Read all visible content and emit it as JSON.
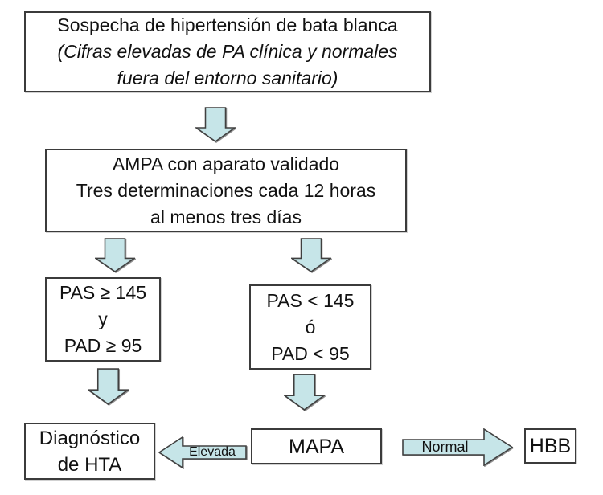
{
  "theme": {
    "background": "#ffffff",
    "box_fill": "#ffffff",
    "box_border": "#3b3b3b",
    "text_color": "#111111",
    "arrow_fill": "#c6e5e8",
    "arrow_stroke": "#404040"
  },
  "flowchart": {
    "suspicion_box": {
      "line1": "Sospecha de hipertensión de bata blanca",
      "line2": "(Cifras elevadas de PA clínica y normales",
      "line3": "fuera del entorno sanitario)"
    },
    "ampa_box": {
      "line1": "AMPA con aparato validado",
      "line2": "Tres determinaciones cada 12 horas",
      "line3": "al menos tres días"
    },
    "elevated_criteria_box": {
      "line1": "PAS ≥ 145",
      "line2": "y",
      "line3": "PAD ≥ 95"
    },
    "normal_criteria_box": {
      "line1": "PAS < 145",
      "line2": "ó",
      "line3": "PAD < 95"
    },
    "diagnosis_box": {
      "line1": "Diagnóstico",
      "line2": "de HTA"
    },
    "mapa_box": {
      "label": "MAPA"
    },
    "hbb_box": {
      "label": "HBB"
    },
    "elevada_label": "Elevada",
    "normal_label": "Normal"
  }
}
